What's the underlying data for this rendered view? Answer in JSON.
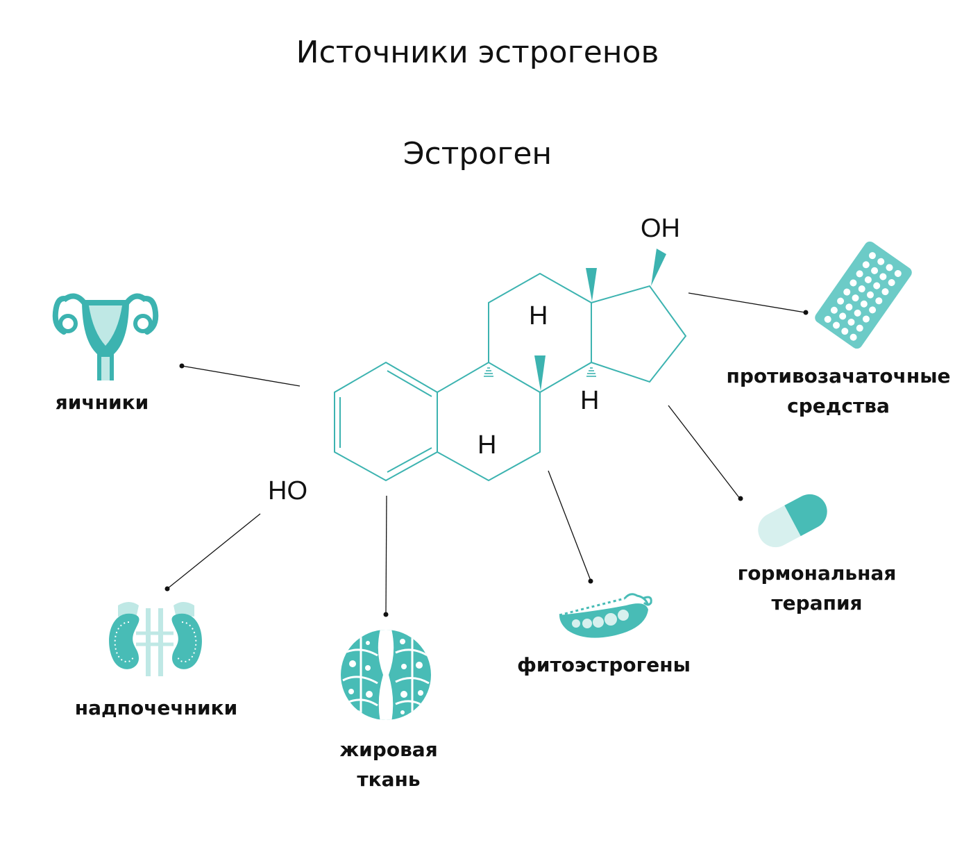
{
  "title": "Источники эстрогенов",
  "molecule": {
    "name": "Эстроген",
    "oh_label": "OH",
    "ho_label": "HO",
    "h_label": "H"
  },
  "sources": {
    "ovaries": "яичники",
    "contraceptives": [
      "противозачаточные",
      "средства"
    ],
    "hormone_therapy": [
      "гормональная",
      "терапия"
    ],
    "adrenal": "надпочечники",
    "fat_tissue": [
      "жировая",
      "ткань"
    ],
    "phytoestrogens": "фитоэстрогены"
  },
  "colors": {
    "accent": "#3cb3b0",
    "accent_light": "#a9dedb",
    "line": "#111111"
  },
  "icons": [
    "uterus-icon",
    "pill-blister-icon",
    "capsule-icon",
    "kidneys-icon",
    "fat-cells-icon",
    "pea-pod-icon"
  ]
}
